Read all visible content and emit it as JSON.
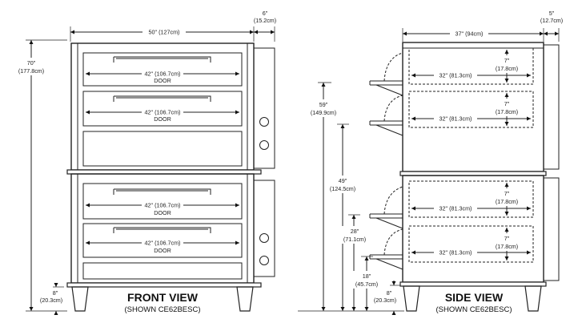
{
  "front": {
    "title": "FRONT VIEW",
    "subtitle": "(SHOWN CE62BESC)",
    "width_label": "50\" (127cm)",
    "side_depth_label_in": "6\"",
    "side_depth_label_cm": "(15.2cm)",
    "height_label_in": "70\"",
    "height_label_cm": "(177.8cm)",
    "leg_label_in": "8\"",
    "leg_label_cm": "(20.3cm)",
    "door_width_label": "42\" (106.7cm)",
    "door_label": "DOOR"
  },
  "side": {
    "title": "SIDE VIEW",
    "subtitle": "(SHOWN CE62BESC)",
    "depth_label": "37\" (94cm)",
    "rear_label_in": "5\"",
    "rear_label_cm": "(12.7cm)",
    "h59_in": "59\"",
    "h59_cm": "(149.9cm)",
    "h49_in": "49\"",
    "h49_cm": "(124.5cm)",
    "h28_in": "28\"",
    "h28_cm": "(71.1cm)",
    "h18_in": "18\"",
    "h18_cm": "(45.7cm)",
    "leg_label_in": "8\"",
    "leg_label_cm": "(20.3cm)",
    "deck_depth_label": "32\" (81.3cm)",
    "deck_height_in": "7\"",
    "deck_height_cm": "(17.8cm)"
  }
}
